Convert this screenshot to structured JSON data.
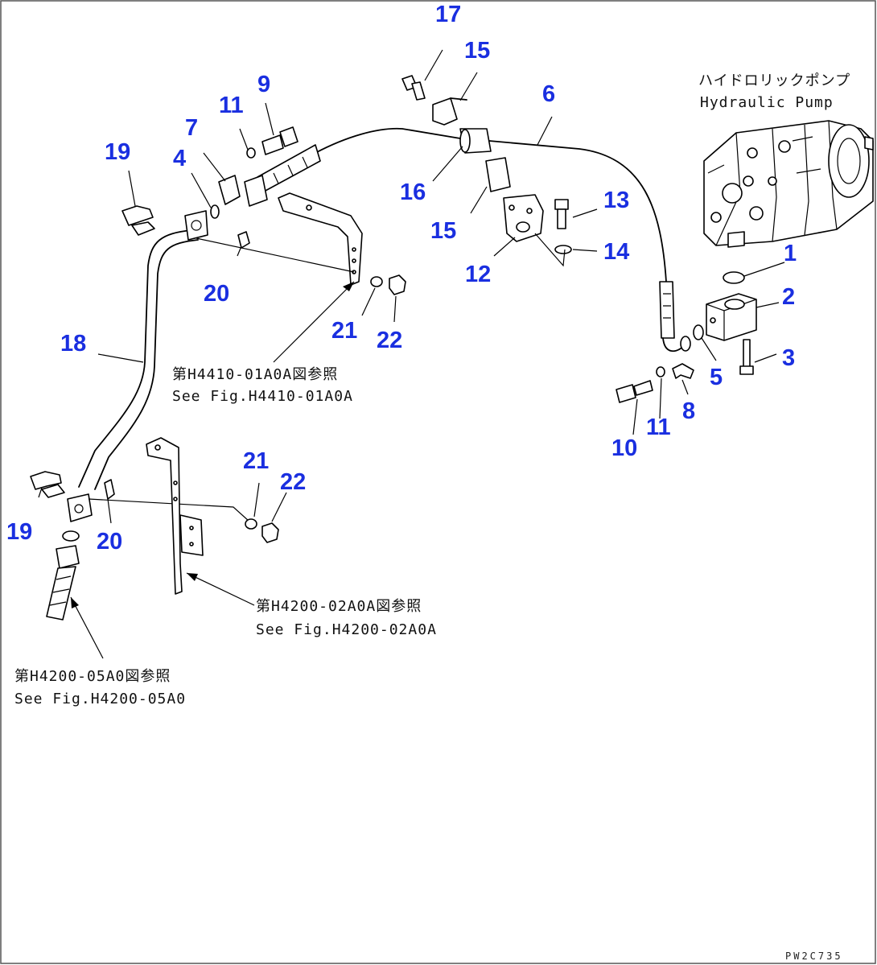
{
  "pump_label": {
    "japanese": "ハイドロリックポンプ",
    "english": "Hydraulic Pump"
  },
  "references": [
    {
      "japanese": "第H4410-01A0A図参照",
      "english": "See Fig.H4410-01A0A"
    },
    {
      "japanese": "第H4200-02A0A図参照",
      "english": "See Fig.H4200-02A0A"
    },
    {
      "japanese": "第H4200-05A0図参照",
      "english": "See Fig.H4200-05A0"
    }
  ],
  "callouts": [
    "1",
    "2",
    "3",
    "4",
    "5",
    "6",
    "7",
    "8",
    "9",
    "10",
    "11",
    "12",
    "13",
    "14",
    "15",
    "16",
    "17",
    "18",
    "19",
    "20",
    "21",
    "22",
    "11",
    "15",
    "19",
    "20",
    "21",
    "22"
  ],
  "drawing_code": "PW2C735",
  "colors": {
    "callout": "#1a2fe0",
    "line": "#000000"
  }
}
